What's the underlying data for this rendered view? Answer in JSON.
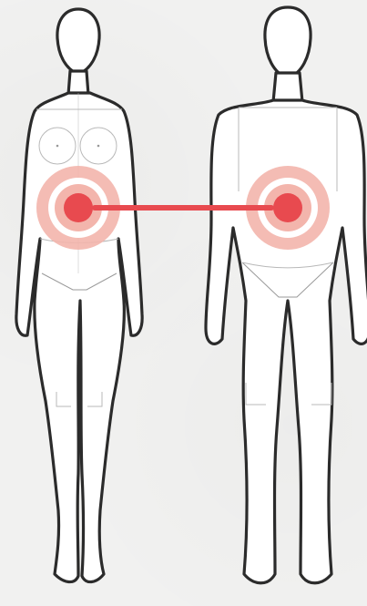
{
  "diagram": {
    "colors": {
      "background": "#f1f1f0",
      "outline": "#2b2b2b",
      "guide_lines": "#b9b9b9",
      "target_outer": "#f3b5ac",
      "target_ring_gap": "#ffffff",
      "target_inner": "#e84a4f",
      "connector": "#e84a4f"
    },
    "figures": [
      {
        "name": "female-figure",
        "icon": "female-body-outline"
      },
      {
        "name": "male-figure",
        "icon": "male-body-outline"
      }
    ],
    "markers": [
      {
        "name": "female-waist-target",
        "icon": "target-icon"
      },
      {
        "name": "male-waist-target",
        "icon": "target-icon"
      }
    ],
    "connector": {
      "name": "waist-connector-line"
    }
  }
}
